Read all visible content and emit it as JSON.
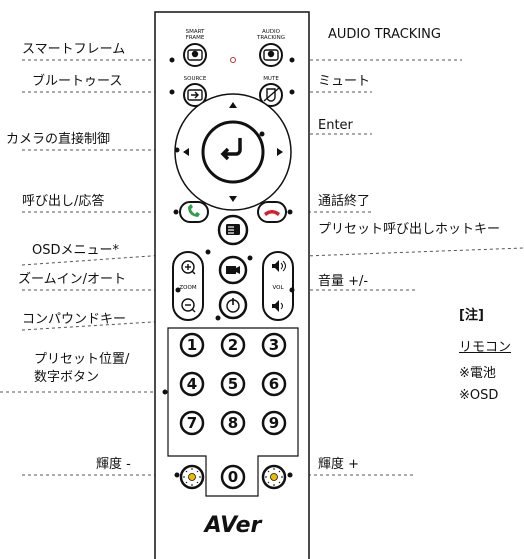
{
  "remote": {
    "brand": "AVer",
    "buttons": {
      "smart_frame": "SMART FRAME",
      "audio_tracking": "AUDIO TRACKING",
      "source": "SOURCE",
      "mute": "MUTE",
      "zoom": "ZOOM",
      "vol": "VOL",
      "numbers": [
        "1",
        "2",
        "3",
        "4",
        "5",
        "6",
        "7",
        "8",
        "9",
        "0"
      ]
    }
  },
  "labels_left": {
    "smart_frame": "スマートフレーム",
    "bluetooth": "ブルートゥース",
    "camera_control": "カメラの直接制御",
    "call_answer": "呼び出し/応答",
    "osd_menu": "OSDメニュー*",
    "zoom_in_auto": "ズームイン/オート",
    "compound_key": "コンパウンドキー",
    "preset_position": "プリセット位置/",
    "number_buttons": "数字ボタン",
    "brightness_minus": "輝度 -"
  },
  "labels_right": {
    "audio_tracking": "AUDIO TRACKING",
    "mute": "ミュート",
    "enter": "Enter",
    "end_call": "通話終了",
    "preset_call_hotkey": "プリセット呼び出しホットキー",
    "volume": "音量 +/-",
    "brightness_plus": "輝度 +"
  },
  "notes": {
    "title": "[注]",
    "line1": "リモコン",
    "line2": "※電池",
    "line3": "※OSD"
  },
  "colors": {
    "green_call": "#2e9d4a",
    "red_end": "#d0202a",
    "outline": "#111111"
  }
}
